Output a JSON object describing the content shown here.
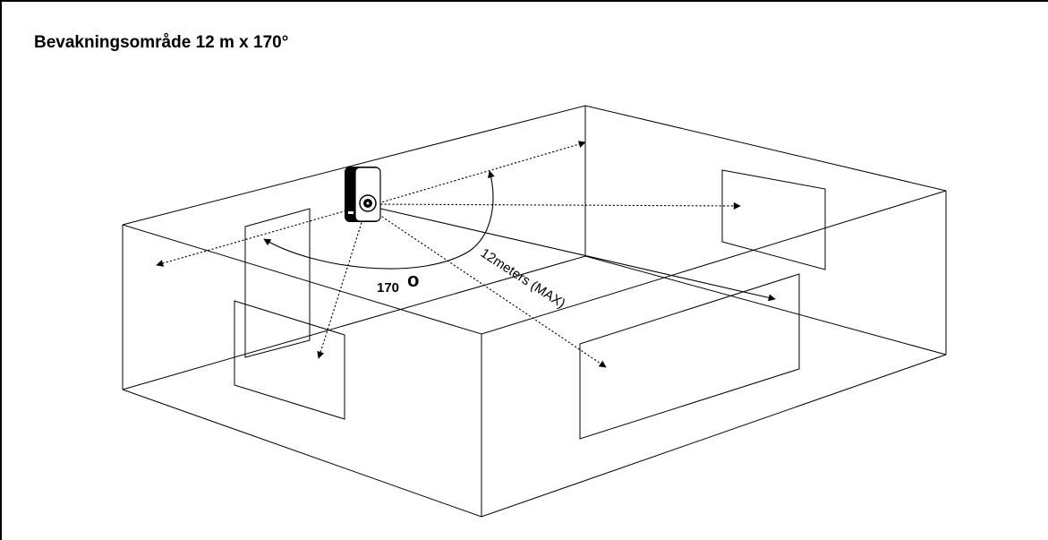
{
  "title": "Bevakningsområde 12 m x 170°",
  "labels": {
    "angle_value": "170",
    "angle_unit": "o",
    "range": "12meters (MAX)"
  }
}
